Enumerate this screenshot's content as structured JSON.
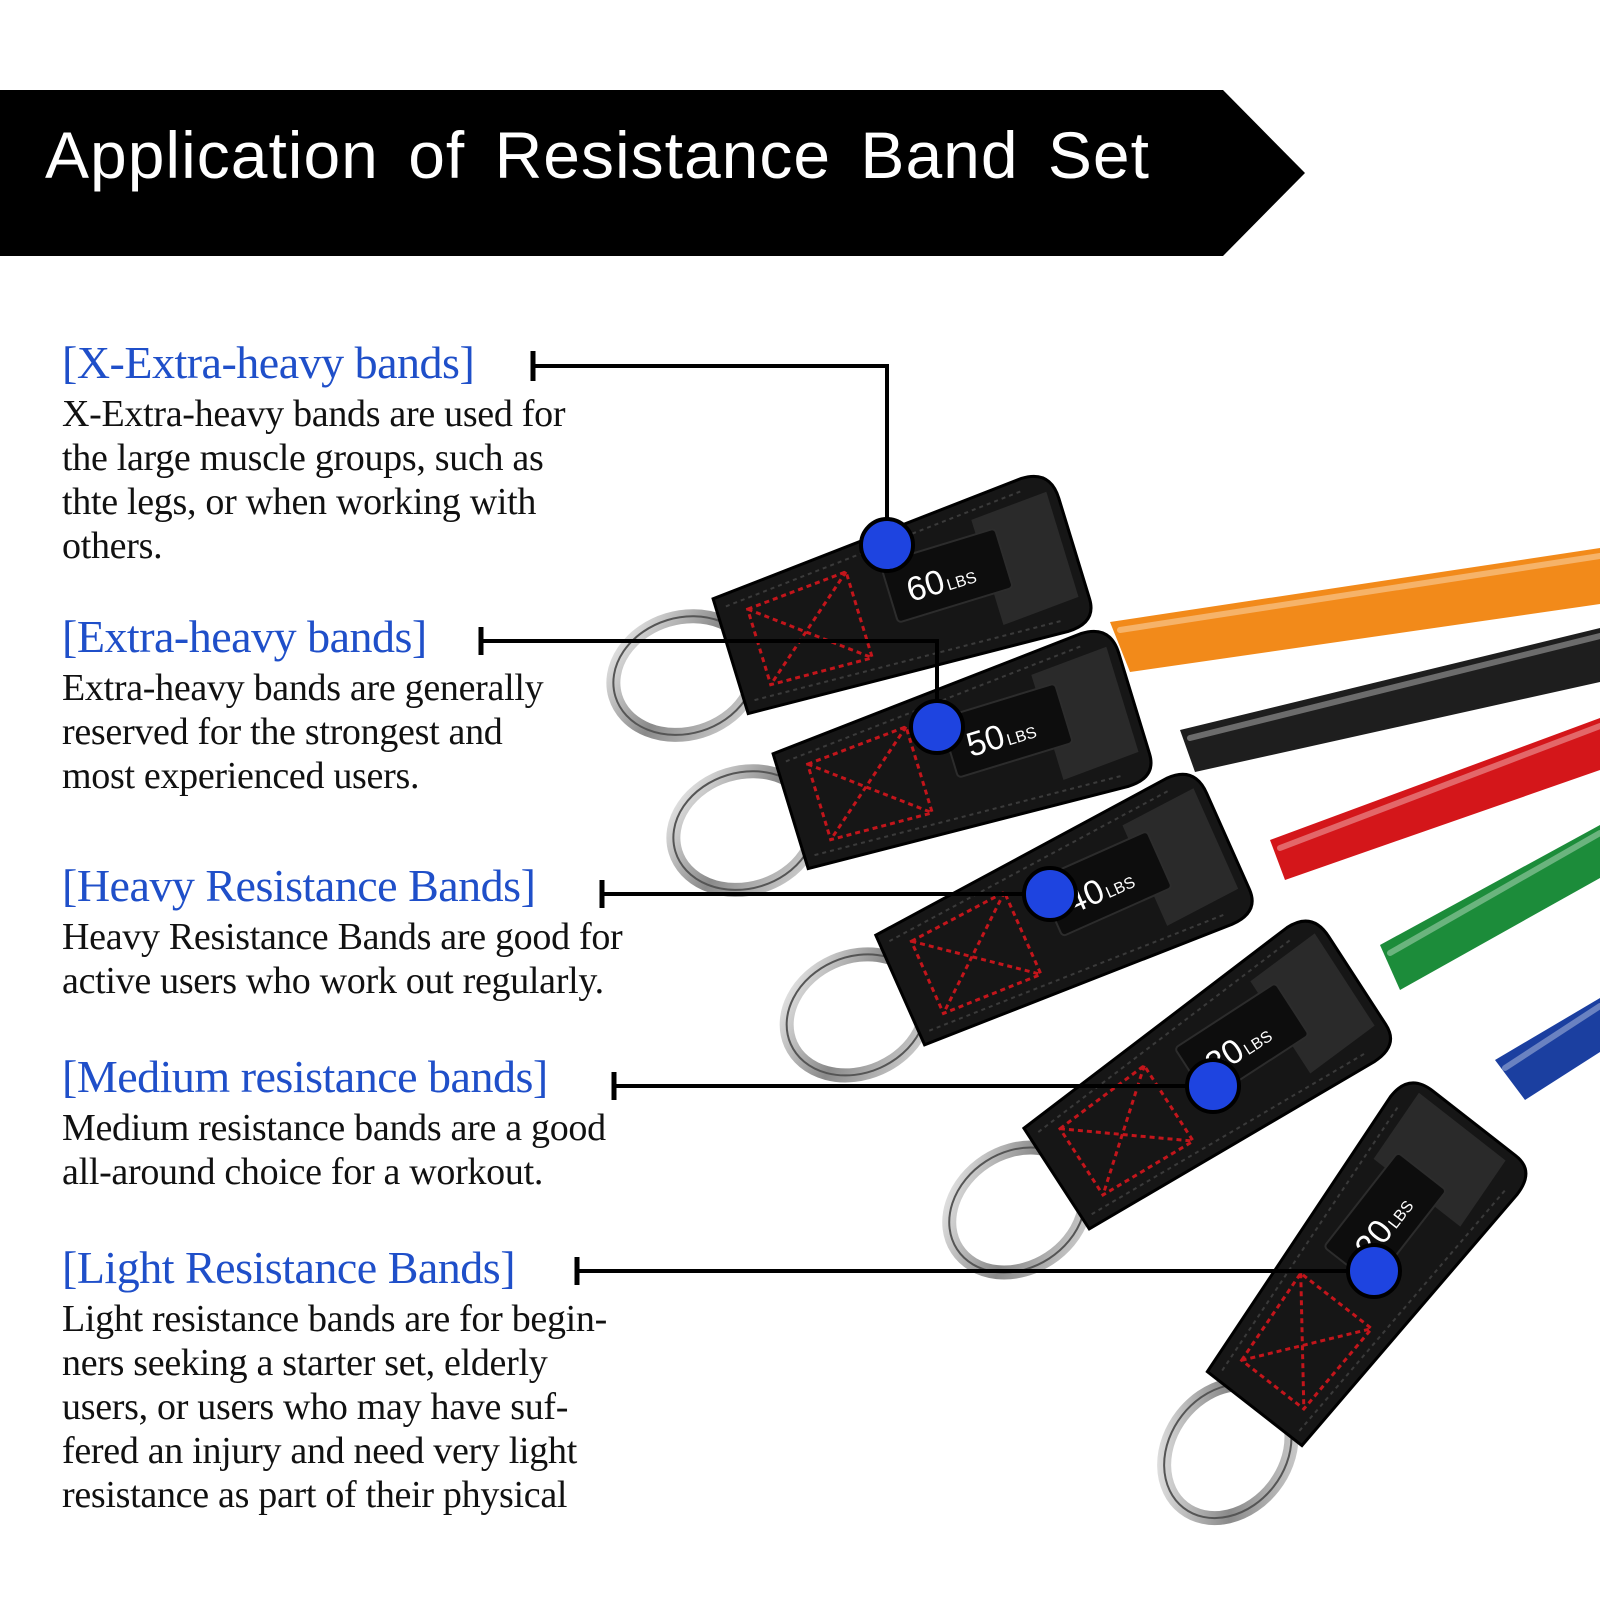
{
  "banner": {
    "title": "Application of Resistance Band Set"
  },
  "sections": [
    {
      "title": "[X-Extra-heavy bands]",
      "desc": "X-Extra-heavy bands are used for\nthe large muscle groups, such as\nthte legs, or when working with\nothers."
    },
    {
      "title": "[Extra-heavy bands]",
      "desc": "Extra-heavy bands are generally\nreserved for the strongest and\nmost experienced users."
    },
    {
      "title": "[Heavy Resistance Bands]",
      "desc": "Heavy Resistance Bands are good for\nactive users who work out regularly."
    },
    {
      "title": "[Medium resistance bands]",
      "desc": "Medium resistance bands are a good\nall-around choice for a workout."
    },
    {
      "title": "[Light Resistance Bands]",
      "desc": "Light resistance bands are for begin-\nners seeking a starter set, elderly\nusers, or users who may have suf-\nfered an injury and need very light\nresistance as part of their physical"
    }
  ],
  "bands": [
    {
      "weight": "60",
      "unit": "LBS",
      "tube_color": "#f28a1a"
    },
    {
      "weight": "50",
      "unit": "LBS",
      "tube_color": "#1e1e1e"
    },
    {
      "weight": "40",
      "unit": "LBS",
      "tube_color": "#d4161a"
    },
    {
      "weight": "30",
      "unit": "LBS",
      "tube_color": "#1c8c3a"
    },
    {
      "weight": "20",
      "unit": "LBS",
      "tube_color": "#1b3fa0"
    }
  ],
  "colors": {
    "heading_blue": "#1f4fc9",
    "dot_blue": "#1e44e0",
    "stitch_red": "#c3151b"
  },
  "icons": {
    "callout_dot": "blue-dot-icon",
    "d_ring": "d-ring-icon"
  }
}
